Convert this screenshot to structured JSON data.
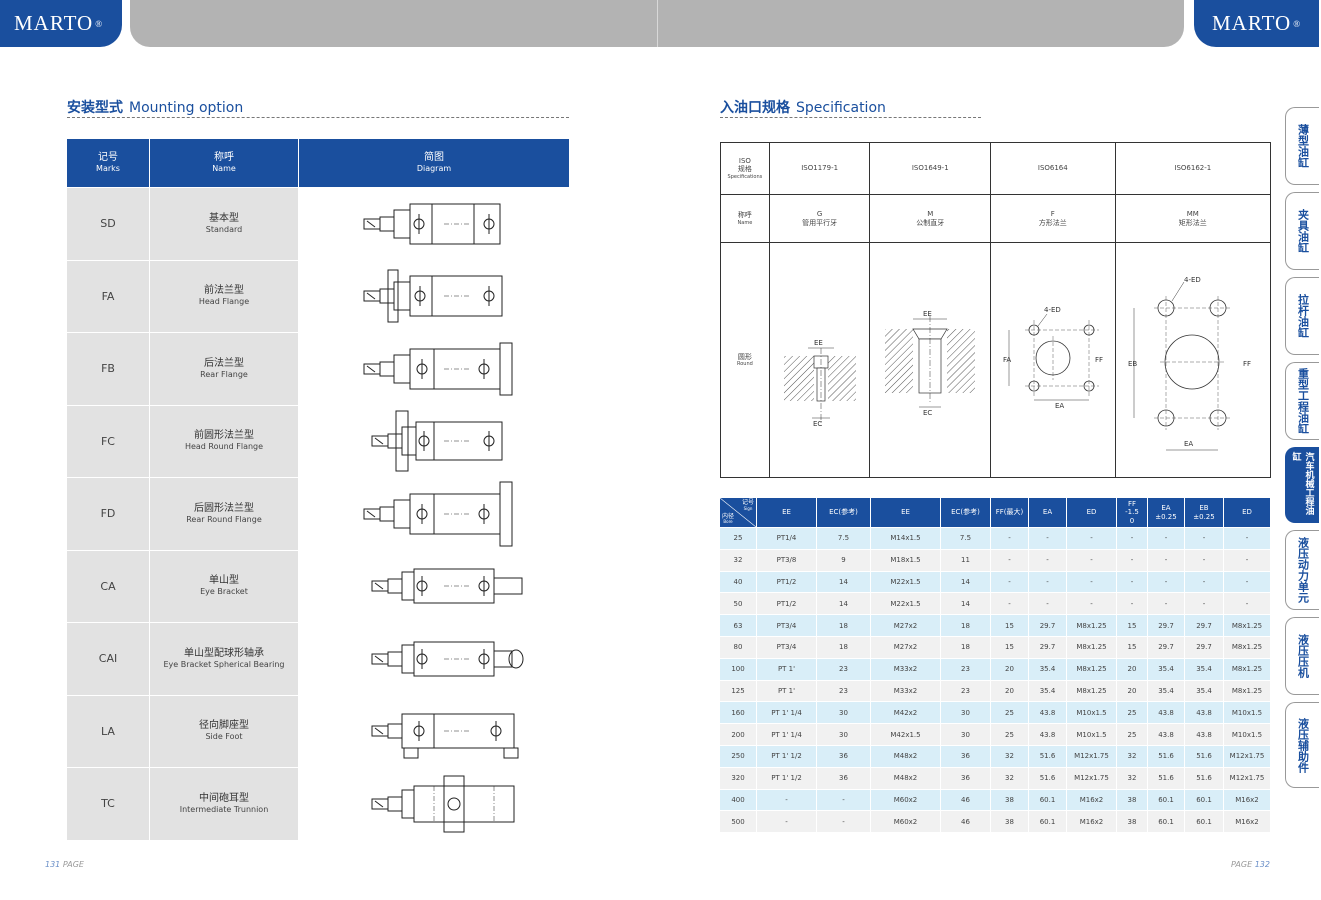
{
  "brand": {
    "name": "MARTO",
    "mark": "®"
  },
  "left": {
    "title_zh": "安装型式",
    "title_en": "Mounting option",
    "headers": [
      {
        "zh": "记号",
        "en": "Marks"
      },
      {
        "zh": "称呼",
        "en": "Name"
      },
      {
        "zh": "简图",
        "en": "Diagram"
      }
    ],
    "rows": [
      {
        "mark": "SD",
        "zh": "基本型",
        "en": "Standard"
      },
      {
        "mark": "FA",
        "zh": "前法兰型",
        "en": "Head Flange"
      },
      {
        "mark": "FB",
        "zh": "后法兰型",
        "en": "Rear Flange"
      },
      {
        "mark": "FC",
        "zh": "前圆形法兰型",
        "en": "Head Round Flange"
      },
      {
        "mark": "FD",
        "zh": "后圆形法兰型",
        "en": "Rear Round Flange"
      },
      {
        "mark": "CA",
        "zh": "单山型",
        "en": "Eye Bracket"
      },
      {
        "mark": "CAI",
        "zh": "单山型配球形轴承",
        "en": "Eye Bracket Spherical Bearing"
      },
      {
        "mark": "LA",
        "zh": "径向脚座型",
        "en": "Side Foot"
      },
      {
        "mark": "TC",
        "zh": "中间砲耳型",
        "en": "Intermediate Trunnion"
      }
    ],
    "page": {
      "num": "131",
      "label": "PAGE"
    }
  },
  "right": {
    "title_zh": "入油口规格",
    "title_en": "Specification",
    "spec": {
      "row1_label": [
        "ISO",
        "规格",
        "Specifications"
      ],
      "iso": [
        "ISO1179-1",
        "ISO1649-1",
        "ISO6164",
        "ISO6162-1"
      ],
      "row2_label": [
        "称呼",
        "Name"
      ],
      "names": [
        {
          "code": "G",
          "zh": "管用平行牙"
        },
        {
          "code": "M",
          "zh": "公制直牙"
        },
        {
          "code": "F",
          "zh": "方形法兰"
        },
        {
          "code": "MM",
          "zh": "矩形法兰"
        }
      ],
      "row3_label": [
        "圆形",
        "Round"
      ],
      "dim_labels": {
        "ee": "EE",
        "ec": "EC",
        "four_ed": "4-ED",
        "ea": "EA",
        "fa": "FA",
        "ff": "FF",
        "eb": "EB"
      }
    },
    "table": {
      "corner_top": "记号",
      "corner_top_en": "Sign",
      "corner_bottom": "内径",
      "corner_bottom_en": "Bore",
      "headers": [
        "EE",
        "EC(参考)",
        "EE",
        "EC(参考)",
        "FF(最大)",
        "EA",
        "ED",
        "FF\n-1.5\n0",
        "EA\n±0.25",
        "EB\n±0.25",
        "ED"
      ],
      "rows": [
        [
          "25",
          "PT1/4",
          "7.5",
          "M14x1.5",
          "7.5",
          "-",
          "-",
          "-",
          "-",
          "-",
          "-",
          "-"
        ],
        [
          "32",
          "PT3/8",
          "9",
          "M18x1.5",
          "11",
          "-",
          "-",
          "-",
          "-",
          "-",
          "-",
          "-"
        ],
        [
          "40",
          "PT1/2",
          "14",
          "M22x1.5",
          "14",
          "-",
          "-",
          "-",
          "-",
          "-",
          "-",
          "-"
        ],
        [
          "50",
          "PT1/2",
          "14",
          "M22x1.5",
          "14",
          "-",
          "-",
          "-",
          "-",
          "-",
          "-",
          "-"
        ],
        [
          "63",
          "PT3/4",
          "18",
          "M27x2",
          "18",
          "15",
          "29.7",
          "M8x1.25",
          "15",
          "29.7",
          "29.7",
          "M8x1.25"
        ],
        [
          "80",
          "PT3/4",
          "18",
          "M27x2",
          "18",
          "15",
          "29.7",
          "M8x1.25",
          "15",
          "29.7",
          "29.7",
          "M8x1.25"
        ],
        [
          "100",
          "PT 1'",
          "23",
          "M33x2",
          "23",
          "20",
          "35.4",
          "M8x1.25",
          "20",
          "35.4",
          "35.4",
          "M8x1.25"
        ],
        [
          "125",
          "PT 1'",
          "23",
          "M33x2",
          "23",
          "20",
          "35.4",
          "M8x1.25",
          "20",
          "35.4",
          "35.4",
          "M8x1.25"
        ],
        [
          "160",
          "PT 1' 1/4",
          "30",
          "M42x2",
          "30",
          "25",
          "43.8",
          "M10x1.5",
          "25",
          "43.8",
          "43.8",
          "M10x1.5"
        ],
        [
          "200",
          "PT 1' 1/4",
          "30",
          "M42x1.5",
          "30",
          "25",
          "43.8",
          "M10x1.5",
          "25",
          "43.8",
          "43.8",
          "M10x1.5"
        ],
        [
          "250",
          "PT 1' 1/2",
          "36",
          "M48x2",
          "36",
          "32",
          "51.6",
          "M12x1.75",
          "32",
          "51.6",
          "51.6",
          "M12x1.75"
        ],
        [
          "320",
          "PT 1' 1/2",
          "36",
          "M48x2",
          "36",
          "32",
          "51.6",
          "M12x1.75",
          "32",
          "51.6",
          "51.6",
          "M12x1.75"
        ],
        [
          "400",
          "-",
          "-",
          "M60x2",
          "46",
          "38",
          "60.1",
          "M16x2",
          "38",
          "60.1",
          "60.1",
          "M16x2"
        ],
        [
          "500",
          "-",
          "-",
          "M60x2",
          "46",
          "38",
          "60.1",
          "M16x2",
          "38",
          "60.1",
          "60.1",
          "M16x2"
        ]
      ]
    },
    "page": {
      "num": "132",
      "label": "PAGE"
    }
  },
  "side_tabs": [
    {
      "label": "薄型油缸",
      "active": false
    },
    {
      "label": "夹具油缸",
      "active": false
    },
    {
      "label": "拉杆油缸",
      "active": false
    },
    {
      "label": "重型工程油缸",
      "active": false
    },
    {
      "label": "汽车机械工程油缸",
      "active": true
    },
    {
      "label": "液压动力单元",
      "active": false
    },
    {
      "label": "液压压机",
      "active": false
    },
    {
      "label": "液压辅助件",
      "active": false
    }
  ],
  "colors": {
    "brand_blue": "#1a4f9e",
    "row_blue": "#d9eef8",
    "row_grey": "#f1f1f1",
    "cell_grey": "#e2e2e2"
  }
}
